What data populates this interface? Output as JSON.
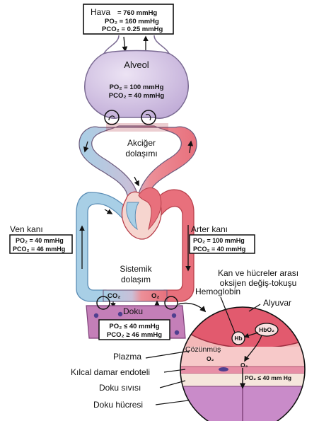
{
  "air_box": {
    "line1_label": "Hava",
    "line1_value": "= 760 mmHg",
    "line2": "PO₂ = 160 mmHg",
    "line3": "PCO₂ = 0.25 mmHg"
  },
  "alveolus": {
    "label": "Alveol",
    "po2": "PO₂ = 100 mmHg",
    "pco2": "PCO₂ = 40 mmHg"
  },
  "pulmonary": {
    "line1": "Akciğer",
    "line2": "dolaşımı"
  },
  "vein": {
    "label": "Ven kanı",
    "po2": "PO₂ = 40 mmHg",
    "pco2": "PCO₂ = 46 mmHg"
  },
  "artery": {
    "label": "Arter kanı",
    "po2": "PO₂ = 100 mmHg",
    "pco2": "PCO₂ = 40 mmHg"
  },
  "systemic": {
    "line1": "Sistemik",
    "line2": "dolaşım"
  },
  "tissue": {
    "co2": "CO₂",
    "o2": "O₂",
    "label": "Doku",
    "po2": "PO₂ ≤ 40 mmHg",
    "pco2": "PCO₂ ≥ 46 mmHg"
  },
  "exchange": {
    "title_line1": "Kan ve hücreler arası",
    "title_line2": "oksijen değiş-tokuşu",
    "hemoglobin": "Hemoglobin",
    "rbc": "Alyuvar",
    "hb": "Hb",
    "hbo2": "HbO₂",
    "dissolved": "Çözünmüş",
    "dissolved_o2": "O₂",
    "o2": "O₂",
    "po2": "PO₂ ≤ 40 mm Hg"
  },
  "left_labels": {
    "plasma": "Plazma",
    "endothelium": "Kılcal damar endoteli",
    "interstitial": "Doku sıvısı",
    "cell": "Doku hücresi"
  },
  "colors": {
    "venous": "#a8cfe6",
    "venous_edge": "#5b8db5",
    "arterial": "#e8707c",
    "arterial_edge": "#b8404c",
    "alveolus": "#d6c6e4",
    "tissue": "#c47fb8",
    "plasma": "#f7c9c9",
    "cell": "#c98bc9"
  }
}
